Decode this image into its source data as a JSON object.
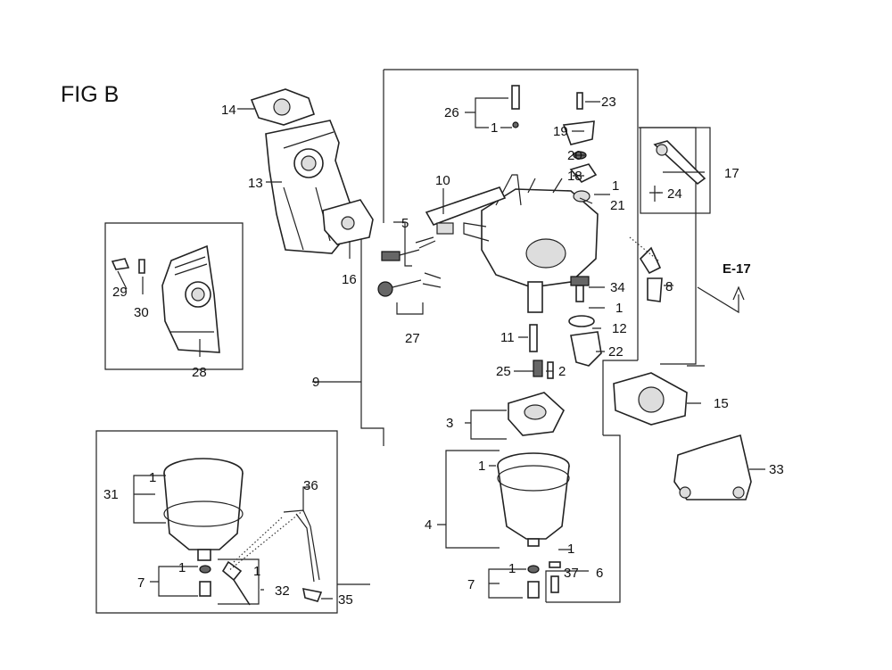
{
  "figure_title": "FIG B",
  "reference": "E-17",
  "callouts": {
    "c1a": "1",
    "c1b": "1",
    "c1c": "1",
    "c1d": "1",
    "c1e": "1",
    "c1f": "1",
    "c1g": "1",
    "c1h": "1",
    "c1i": "1",
    "c2": "2",
    "c3": "3",
    "c4": "4",
    "c5": "5",
    "c6": "6",
    "c7a": "7",
    "c7b": "7",
    "c8": "8",
    "c9": "9",
    "c10": "10",
    "c11": "11",
    "c12": "12",
    "c13": "13",
    "c14": "14",
    "c15": "15",
    "c16": "16",
    "c17": "17",
    "c18": "18",
    "c19": "19",
    "c20": "20",
    "c21": "21",
    "c22": "22",
    "c23": "23",
    "c24": "24",
    "c25": "25",
    "c26": "26",
    "c27": "27",
    "c28": "28",
    "c29": "29",
    "c30": "30",
    "c31": "31",
    "c32": "32",
    "c33": "33",
    "c34": "34",
    "c35": "35",
    "c36": "36",
    "c37": "37"
  }
}
